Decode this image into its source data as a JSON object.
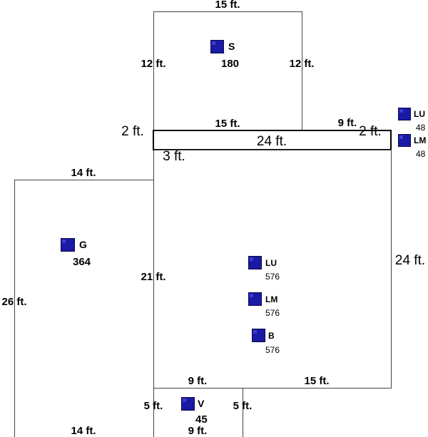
{
  "dimensions": {
    "s_top": "15 ft.",
    "s_left": "12 ft.",
    "s_right": "12 ft.",
    "s_bottom": "15 ft.",
    "strip_left": "2 ft.",
    "strip_right": "2 ft.",
    "strip_length": "24 ft.",
    "strip_top_right": "9 ft.",
    "main_top_left": "3 ft.",
    "main_right": "24 ft.",
    "main_left": "21 ft.",
    "main_bottom_left": "9 ft.",
    "main_bottom_right": "15 ft.",
    "g_top": "14 ft.",
    "g_left": "26 ft.",
    "g_bottom": "14 ft.",
    "v_left": "5 ft.",
    "v_right": "5 ft.",
    "v_bottom": "9 ft."
  },
  "areas": {
    "s": {
      "code": "S",
      "value": "180"
    },
    "g": {
      "code": "G",
      "value": "364"
    },
    "main_lu": {
      "code": "LU",
      "value": "576"
    },
    "main_lm": {
      "code": "LM",
      "value": "576"
    },
    "main_b": {
      "code": "B",
      "value": "576"
    },
    "strip_lu": {
      "code": "LU",
      "value": "48"
    },
    "strip_lm": {
      "code": "LM",
      "value": "48"
    },
    "v": {
      "code": "V",
      "value": "45"
    }
  },
  "colors": {
    "marker": "#1a1aa6",
    "lines": "#444444"
  }
}
